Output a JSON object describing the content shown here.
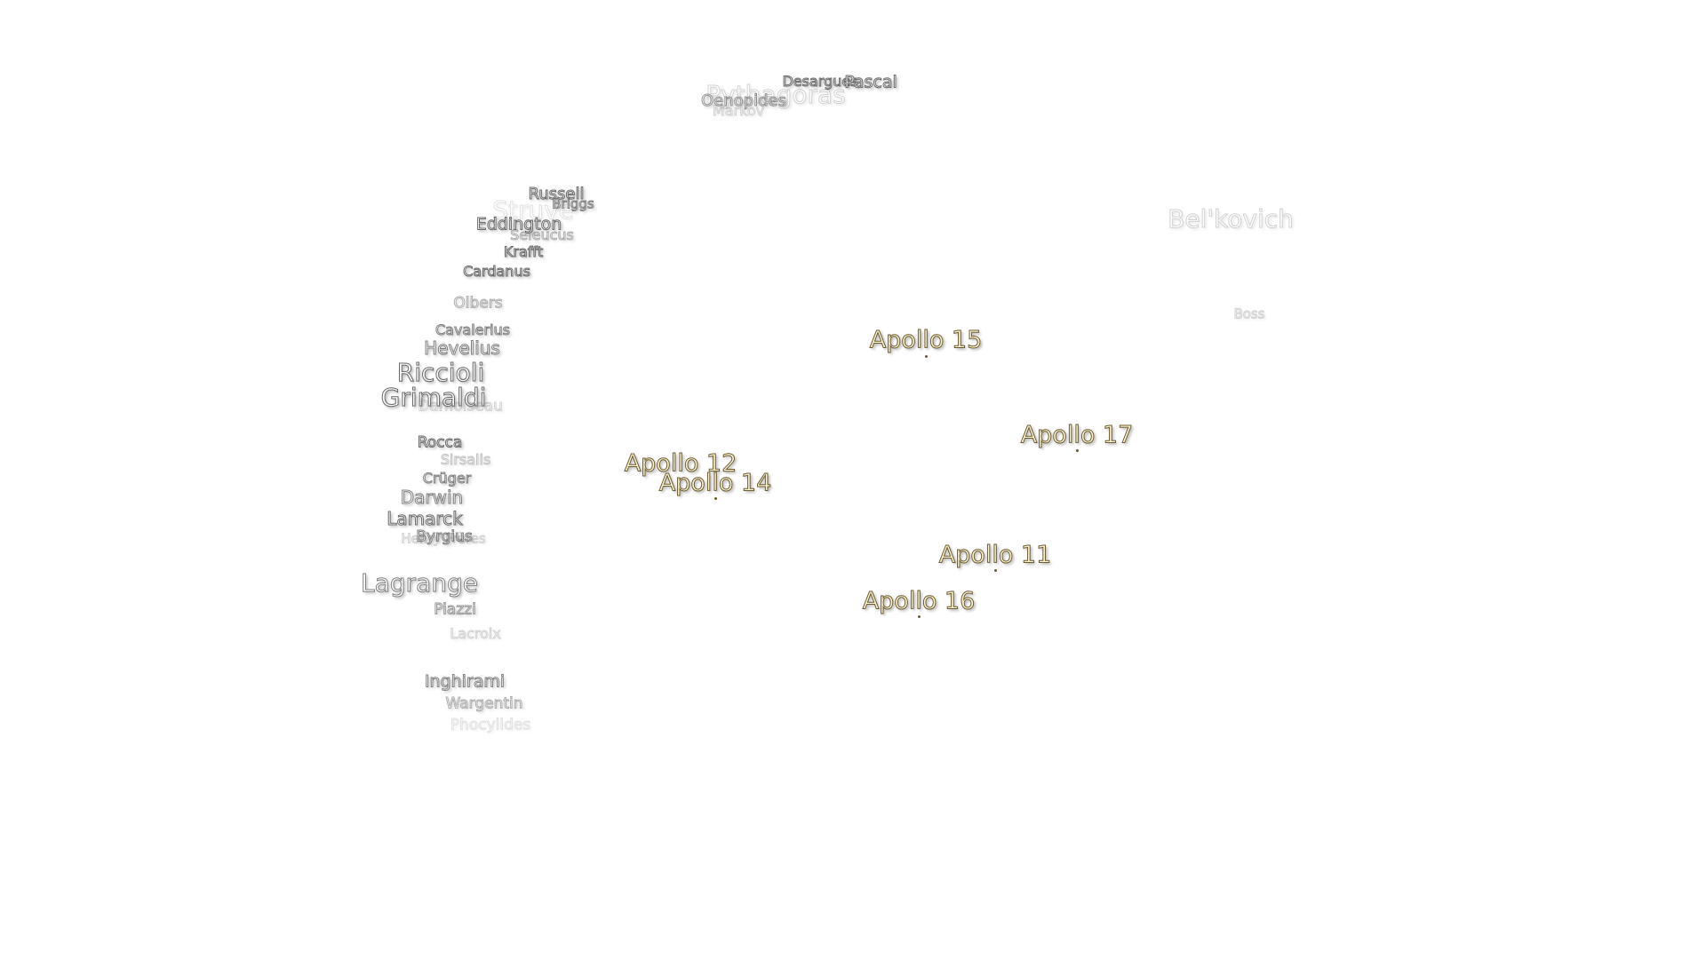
{
  "craters": {
    "pythagoras": "Pythagoras",
    "desargues": "Desargues",
    "pascal": "Pascal",
    "oenopides": "Oenopides",
    "markov": "Markov",
    "russell": "Russell",
    "briggs": "Briggs",
    "struve": "Struve",
    "eddington": "Eddington",
    "seleucus": "Seleucus",
    "krafft": "Krafft",
    "cardanus": "Cardanus",
    "olbers": "Olbers",
    "cavalerius": "Cavalerius",
    "hevelius": "Hevelius",
    "riccioli": "Riccioli",
    "grimaldi": "Grimaldi",
    "damoiseau": "Damoiseau",
    "rocca": "Rocca",
    "sirsalis": "Sirsalis",
    "cruger": "Crüger",
    "darwin": "Darwin",
    "lamarck": "Lamarck",
    "byrgius": "Byrgius",
    "henry_freres": "Henry Frères",
    "lagrange": "Lagrange",
    "piazzi": "Piazzi",
    "lacroix": "Lacroix",
    "inghirami": "Inghirami",
    "wargentin": "Wargentin",
    "phocylides": "Phocylides",
    "belkovich": "Bel'kovich",
    "boss": "Boss"
  },
  "apollo": {
    "a15": "Apollo 15",
    "a17": "Apollo 17",
    "a12": "Apollo 12",
    "a14": "Apollo 14",
    "a11": "Apollo 11",
    "a16": "Apollo 16"
  }
}
